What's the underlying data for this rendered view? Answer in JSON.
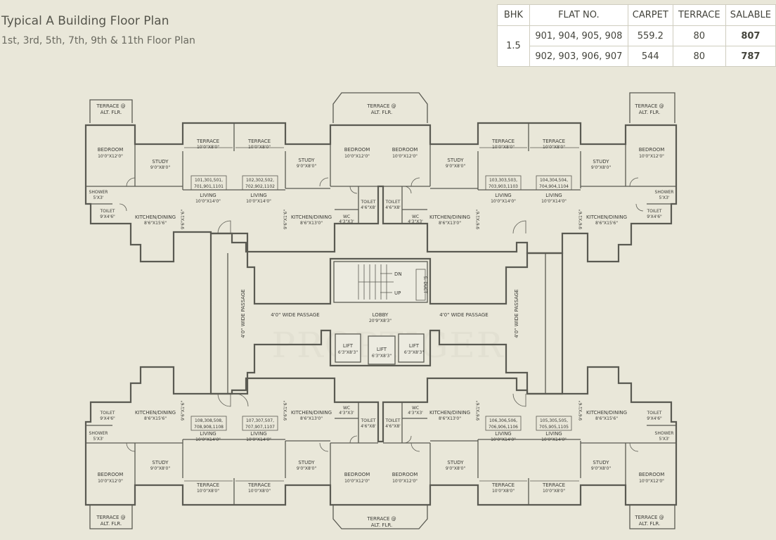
{
  "header": {
    "title": "Typical A Building Floor Plan",
    "subtitle": "1st, 3rd, 5th, 7th, 9th & 11th Floor Plan"
  },
  "area_table": {
    "columns": [
      "BHK",
      "FLAT NO.",
      "CARPET",
      "TERRACE",
      "SALABLE"
    ],
    "bhk": "1.5",
    "rows": [
      {
        "flats": "901, 904, 905, 908",
        "carpet": "559.2",
        "terrace": "80",
        "salable": "807"
      },
      {
        "flats": "902, 903, 906, 907",
        "carpet": "544",
        "terrace": "80",
        "salable": "787"
      }
    ]
  },
  "labels": {
    "terrace_alt_1": "TERRACE @",
    "terrace_alt_2": "ALT. FLR.",
    "bedroom": "BEDROOM",
    "bedroom_dim": "10'0\"X12'0\"",
    "study": "STUDY",
    "study_dim": "9'0\"X8'0\"",
    "terrace": "TERRACE",
    "terrace_dim": "10'0\"X8'0\"",
    "living": "LIVING",
    "living_dim": "10'0\"X14'0\"",
    "kitchen": "KITCHEN/DINING",
    "kitchen_outer_dim": "8'6\"X15'6\"",
    "kitchen_inner_dim": "8'6\"X13'0\"",
    "shower": "SHOWER",
    "shower_dim": "5'X3'",
    "toilet": "TOILET",
    "toilet_dim_outer": "9'X4'6\"",
    "toilet_dim_inner": "4'6\"X8'",
    "wc": "WC",
    "wc_dim": "4'3\"X3'",
    "passage_dim": "9'6\"X1'6\"",
    "lobby": "LOBBY",
    "lobby_dim": "20'9\"X8'3\"",
    "lift": "LIFT",
    "lift_dim": "6'3\"X8'3\"",
    "wide_passage": "4'0\" WIDE PASSAGE",
    "dn": "DN",
    "up": "UP",
    "duct": "S. DUCT",
    "watermark": "PROPTIGER"
  },
  "flat_tags": {
    "f101": [
      "101,301,501,",
      "701,901,1101"
    ],
    "f102": [
      "102,302,502,",
      "702,902,1102"
    ],
    "f103": [
      "103,303,503,",
      "703,903,1103"
    ],
    "f104": [
      "104,304,504,",
      "704,904,1104"
    ],
    "f108": [
      "108,308,508,",
      "708,908,1108"
    ],
    "f107": [
      "107,307,507,",
      "707,907,1107"
    ],
    "f106": [
      "106,306,506,",
      "706,906,1106"
    ],
    "f105": [
      "105,305,505,",
      "705,905,1105"
    ]
  }
}
